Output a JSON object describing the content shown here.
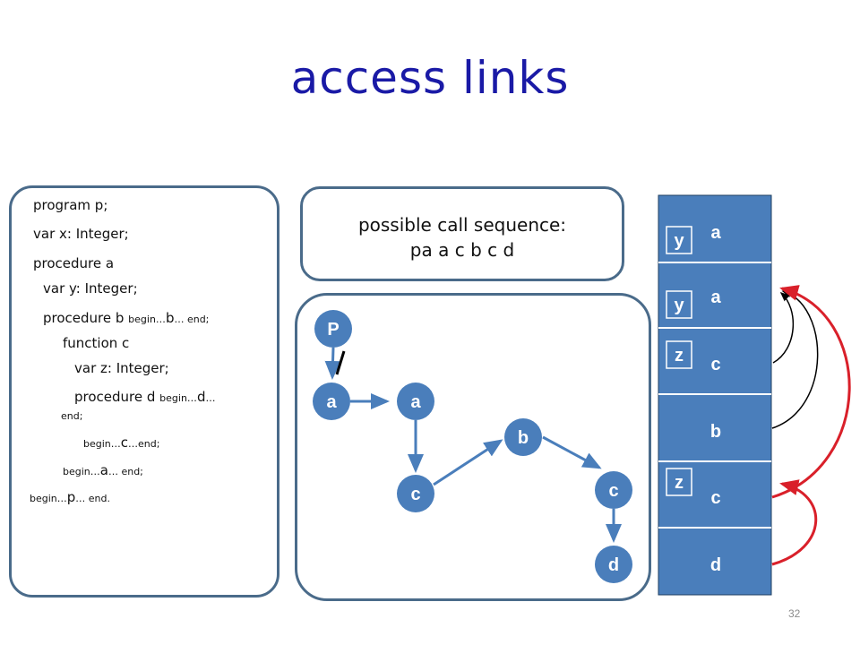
{
  "slide": {
    "title": "access links",
    "page_number": "32"
  },
  "code": {
    "lines": [
      {
        "main": "program p;",
        "small": "",
        "tail": ""
      },
      {
        "main": "var x: Integer;",
        "small": "",
        "tail": ""
      },
      {
        "main": "procedure a",
        "small": "",
        "tail": ""
      },
      {
        "main": "var y: Integer;",
        "small": "",
        "tail": ""
      },
      {
        "main": "procedure b ",
        "small": "begin…",
        "tail": "b",
        "small2": "… end;"
      },
      {
        "main": "function c",
        "small": "",
        "tail": ""
      },
      {
        "main": "var z: Integer;",
        "small": "",
        "tail": ""
      },
      {
        "main": "procedure d ",
        "small": "begin…",
        "tail": "d",
        "small2": "…"
      },
      {
        "main": "",
        "small": "end;",
        "tail": ""
      },
      {
        "main": "",
        "small": "begin…",
        "tail": "c",
        "small2": "…end;"
      },
      {
        "main": "",
        "small": "begin…",
        "tail": "a",
        "small2": "… end;"
      },
      {
        "main": "",
        "small": "begin…",
        "tail": "p",
        "small2": "… end."
      }
    ]
  },
  "sequence": {
    "heading": "possible call sequence:",
    "calls": "pa a c b c d"
  },
  "call_tree": {
    "nodes": [
      "P",
      "a",
      "a",
      "b",
      "c",
      "c",
      "d"
    ],
    "node_color": "#4a7ebb",
    "edge_color": "#4a7ebb"
  },
  "stack": {
    "frames": [
      {
        "label": "a",
        "var": "y"
      },
      {
        "label": "a",
        "var": "y"
      },
      {
        "label": "c",
        "var": "z"
      },
      {
        "label": "b",
        "var": ""
      },
      {
        "label": "c",
        "var": "z"
      },
      {
        "label": "d",
        "var": ""
      }
    ],
    "frame_color": "#4a7ebb",
    "link_color_red": "#d9202a",
    "link_color_black": "#000000"
  }
}
